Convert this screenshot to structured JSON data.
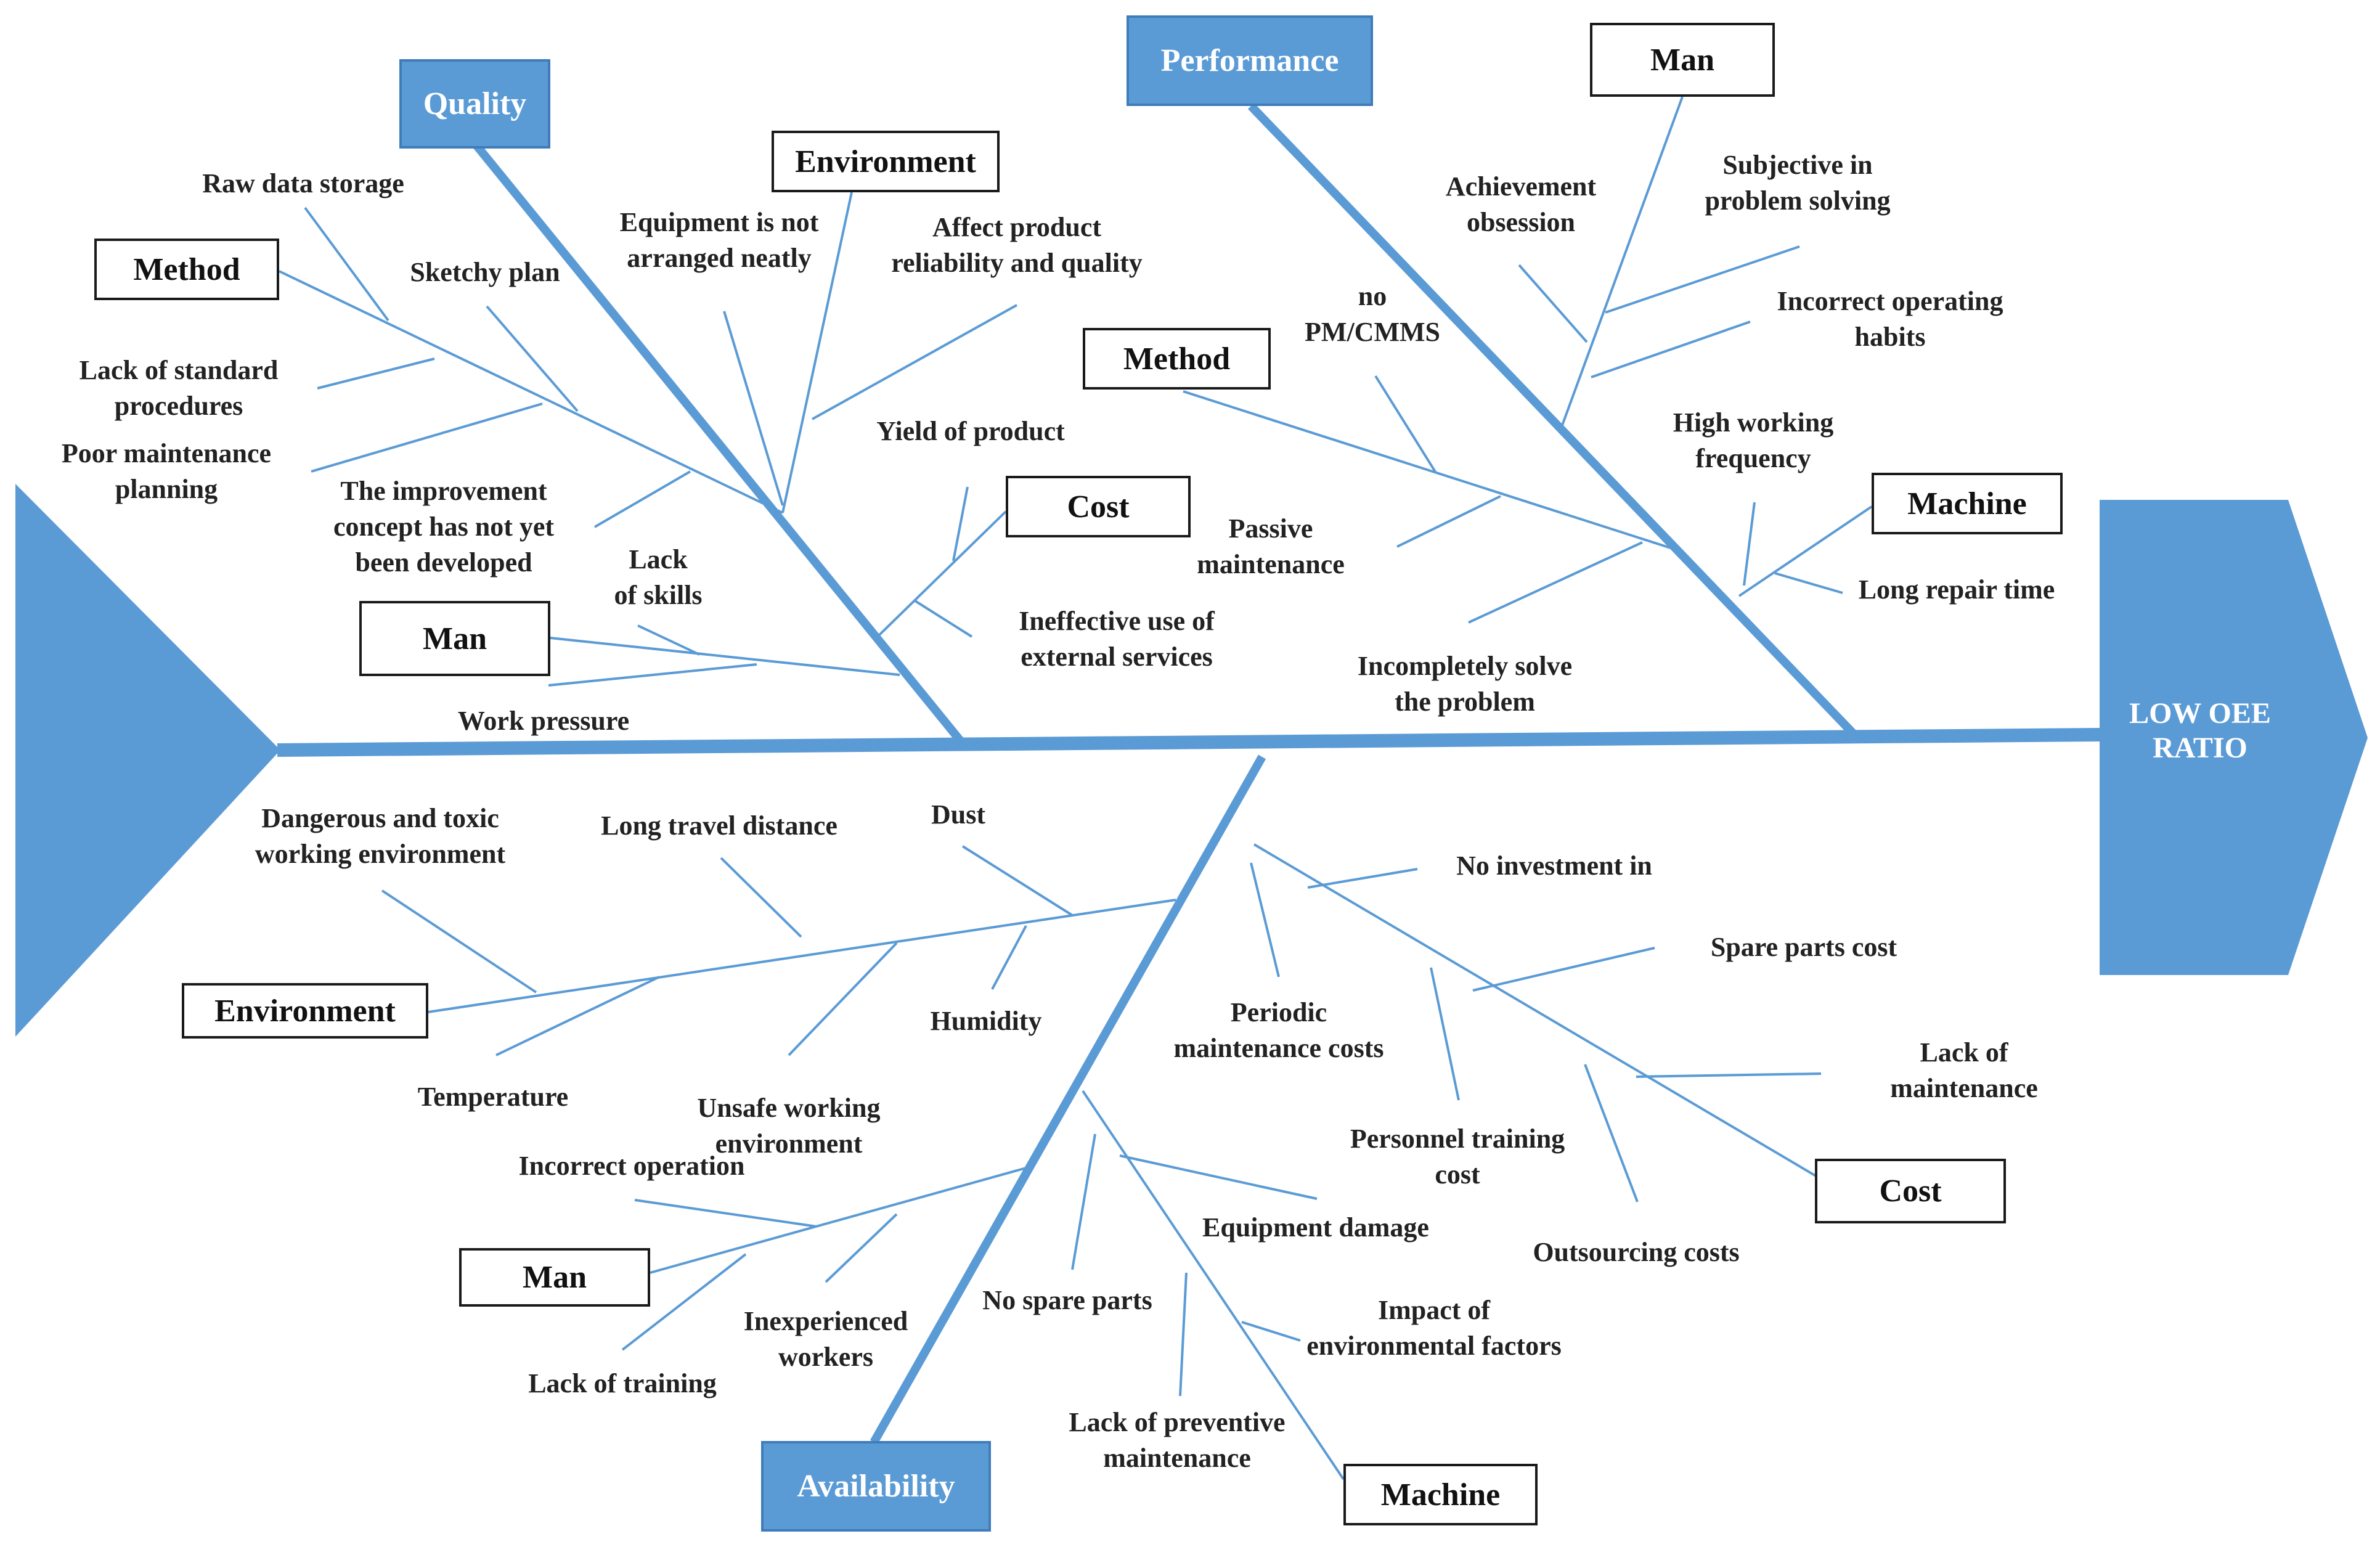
{
  "effect": {
    "label": "LOW OEE\nRATIO"
  },
  "categories": {
    "quality": {
      "label": "Quality",
      "method": {
        "label": "Method",
        "causes": [
          "Raw data storage",
          "Sketchy plan",
          "Lack of standard\nprocedures",
          "Poor maintenance\nplanning",
          "The improvement\nconcept has not yet\nbeen developed"
        ]
      },
      "environment": {
        "label": "Environment",
        "causes": [
          "Equipment is not\narranged neatly",
          "Affect product\nreliability and quality"
        ]
      },
      "man": {
        "label": "Man",
        "causes": [
          "Lack\nof skills",
          "Work pressure"
        ]
      },
      "cost": {
        "label": "Cost",
        "causes": [
          "Yield of product",
          "Ineffective use of\nexternal services"
        ]
      }
    },
    "performance": {
      "label": "Performance",
      "man": {
        "label": "Man",
        "causes": [
          "Achievement\nobsession",
          "Subjective in\nproblem solving",
          "Incorrect operating\nhabits"
        ]
      },
      "method": {
        "label": "Method",
        "causes": [
          "no\nPM/CMMS",
          "Passive\nmaintenance",
          "Incompletely solve\nthe problem"
        ]
      },
      "machine": {
        "label": "Machine",
        "causes": [
          "High working\nfrequency",
          "Long repair time"
        ]
      }
    },
    "availability": {
      "label": "Availability",
      "environment": {
        "label": "Environment",
        "causes": [
          "Dangerous and toxic\nworking environment",
          "Long travel distance",
          "Dust",
          "Temperature",
          "Unsafe working\nenvironment",
          "Humidity"
        ]
      },
      "man": {
        "label": "Man",
        "causes": [
          "Incorrect operation",
          "Inexperienced\nworkers",
          "Lack of training"
        ]
      },
      "machine": {
        "label": "Machine",
        "causes": [
          "No spare parts",
          "Equipment damage",
          "Impact of\nenvironmental factors",
          "Lack of preventive\nmaintenance"
        ]
      },
      "cost": {
        "label": "Cost",
        "causes": [
          "No investment in",
          "Spare parts cost",
          "Periodic\nmaintenance costs",
          "Lack of\nmaintenance",
          "Personnel training\ncost",
          "Outsourcing costs"
        ]
      }
    }
  }
}
